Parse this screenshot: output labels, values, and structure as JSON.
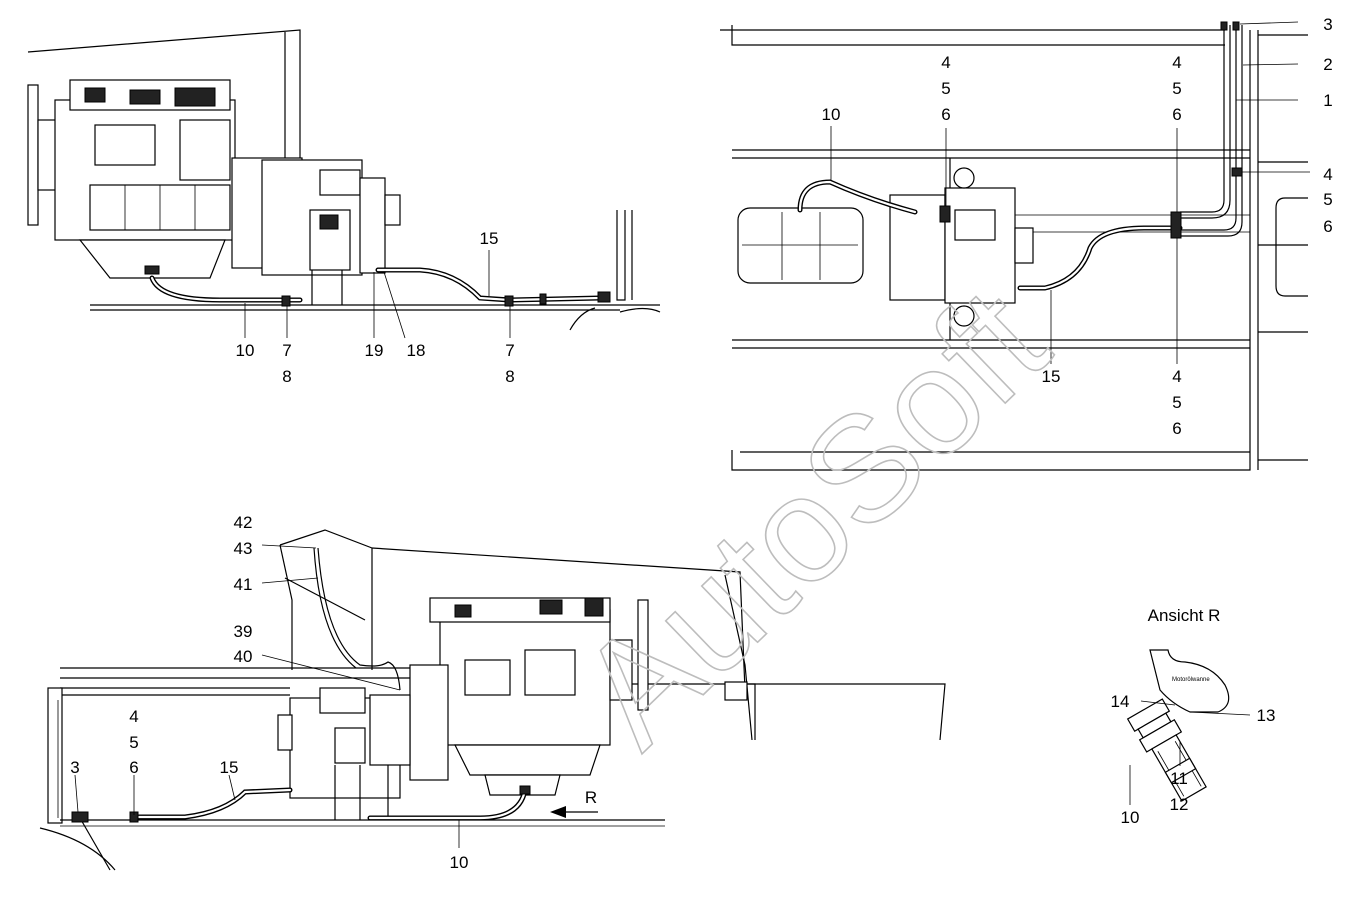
{
  "watermark": "AutoSoft",
  "view_r_title": "Ansicht R",
  "view_r_part_text": "Motorölwanne",
  "arrow_label": "R",
  "callouts_top_left": {
    "c15": "15",
    "c10": "10",
    "c7a": "7",
    "c8a": "8",
    "c19": "19",
    "c18": "18",
    "c7b": "7",
    "c8b": "8"
  },
  "callouts_top_right": {
    "c3": "3",
    "c2": "2",
    "c1": "1",
    "c4r": "4",
    "c5r": "5",
    "c6r": "6",
    "c10": "10",
    "c4a": "4",
    "c5a": "5",
    "c6a": "6",
    "c4b": "4",
    "c5b": "5",
    "c6b": "6",
    "c15": "15",
    "c4c": "4",
    "c5c": "5",
    "c6c": "6"
  },
  "callouts_bottom": {
    "c42": "42",
    "c43": "43",
    "c41": "41",
    "c39": "39",
    "c40": "40",
    "c4": "4",
    "c5": "5",
    "c6": "6",
    "c3": "3",
    "c15": "15",
    "c10": "10"
  },
  "callouts_view_r": {
    "c14": "14",
    "c13": "13",
    "c11": "11",
    "c12": "12",
    "c10": "10"
  }
}
